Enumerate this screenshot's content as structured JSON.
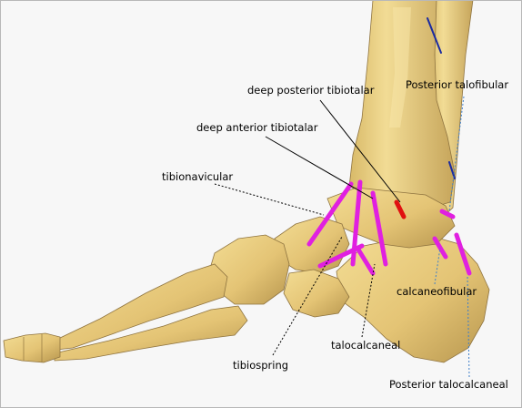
{
  "labels": {
    "deep_posterior_tibiotalar": "deep posterior tibiotalar",
    "posterior_talofibular": "Posterior talofibular",
    "deep_anterior_tibiotalar": "deep anterior tibiotalar",
    "tibionavicular": "tibionavicular",
    "calcaneofibular": "calcaneofibular",
    "talocalcaneal": "talocalcaneal",
    "tibiospring": "tibiospring",
    "posterior_talocalcaneal": "Posterior talocalcaneal"
  },
  "colors": {
    "background": "#ffffff",
    "bone": "#e6c979",
    "bone_shadow": "#a8894a",
    "ligament": "#e020e0",
    "ligament_red": "#e01010",
    "ligament_blue": "#1a2aa0",
    "leader": "#000000",
    "leader_blue": "#3f7fc9"
  }
}
